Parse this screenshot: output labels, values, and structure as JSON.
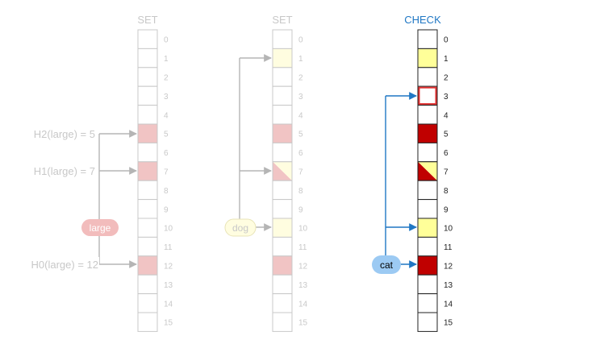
{
  "colors": {
    "faded_cell_border": "#c8c8c8",
    "faded_text": "#c8c8c8",
    "faded_pink": "#f1c4c4",
    "faded_pink_pill": "#f2bcbc",
    "faded_yellow": "#fffde0",
    "faded_yellow_border": "#e8e4b8",
    "strong_border": "#222222",
    "red": "#c00000",
    "check_red_border": "#e03030",
    "yellow": "#ffff99",
    "blue": "#1f77c4",
    "blue_pill": "#9ccaf3",
    "arrow_gray": "#b5b5b5"
  },
  "panels": [
    {
      "title": "SET",
      "indices": [
        "0",
        "1",
        "2",
        "3",
        "4",
        "5",
        "6",
        "7",
        "8",
        "9",
        "10",
        "11",
        "12",
        "13",
        "14",
        "15"
      ],
      "cells": [
        "empty",
        "empty",
        "empty",
        "empty",
        "empty",
        "pink",
        "empty",
        "pink",
        "empty",
        "empty",
        "empty",
        "empty",
        "pink",
        "empty",
        "empty",
        "empty"
      ],
      "item": "large",
      "hash_labels": [
        {
          "text": "H2(large) = 5",
          "target": 5
        },
        {
          "text": "H1(large) = 7",
          "target": 7
        },
        {
          "text": "H0(large) = 12",
          "target": 12
        }
      ]
    },
    {
      "title": "SET",
      "indices": [
        "0",
        "1",
        "2",
        "3",
        "4",
        "5",
        "6",
        "7",
        "8",
        "9",
        "10",
        "11",
        "12",
        "13",
        "14",
        "15"
      ],
      "cells": [
        "empty",
        "yellow",
        "empty",
        "empty",
        "empty",
        "pink",
        "empty",
        "split",
        "empty",
        "empty",
        "yellow",
        "empty",
        "pink",
        "empty",
        "empty",
        "empty"
      ],
      "item": "dog",
      "targets": [
        1,
        7,
        10
      ]
    },
    {
      "title": "CHECK",
      "indices": [
        "0",
        "1",
        "2",
        "3",
        "4",
        "5",
        "6",
        "7",
        "8",
        "9",
        "10",
        "11",
        "12",
        "13",
        "14",
        "15"
      ],
      "cells": [
        "empty",
        "yellow",
        "empty",
        "miss",
        "empty",
        "red",
        "empty",
        "split",
        "empty",
        "empty",
        "yellow",
        "empty",
        "red",
        "empty",
        "empty",
        "empty"
      ],
      "item": "cat",
      "targets": [
        3,
        10,
        12
      ]
    }
  ]
}
